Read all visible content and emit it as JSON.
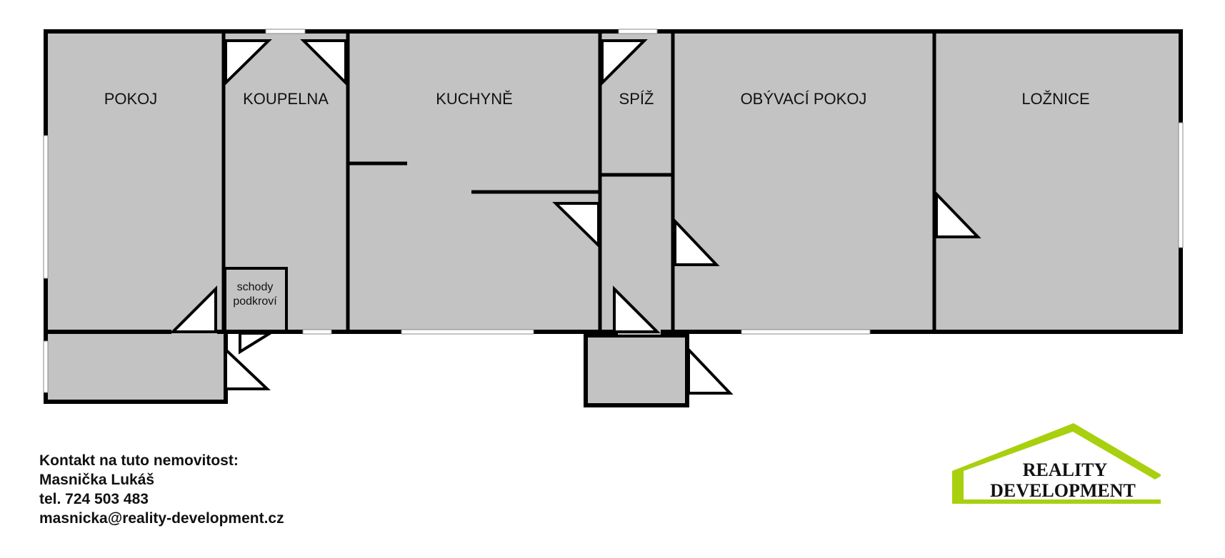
{
  "rooms": [
    {
      "id": "pokoj",
      "label": "POKOJ"
    },
    {
      "id": "koupelna",
      "label": "KOUPELNA"
    },
    {
      "id": "kuchyne",
      "label": "KUCHYNĚ"
    },
    {
      "id": "spiz",
      "label": "SPÍŽ"
    },
    {
      "id": "obyvaci",
      "label": "OBÝVACÍ POKOJ"
    },
    {
      "id": "loznice",
      "label": "LOŽNICE"
    }
  ],
  "stairs": {
    "line1": "schody",
    "line2": "podkroví"
  },
  "contact": {
    "heading": "Kontakt na tuto nemovitost:",
    "name": "Masnička Lukáš",
    "phone": "tel. 724 503 483",
    "email": "masnicka@reality-development.cz"
  },
  "logo": {
    "line1": "REALITY",
    "line2": "DEVELOPMENT"
  },
  "colors": {
    "floor": "#c3c3c3",
    "wall": "#000000",
    "logo_green": "#a8d00e"
  }
}
